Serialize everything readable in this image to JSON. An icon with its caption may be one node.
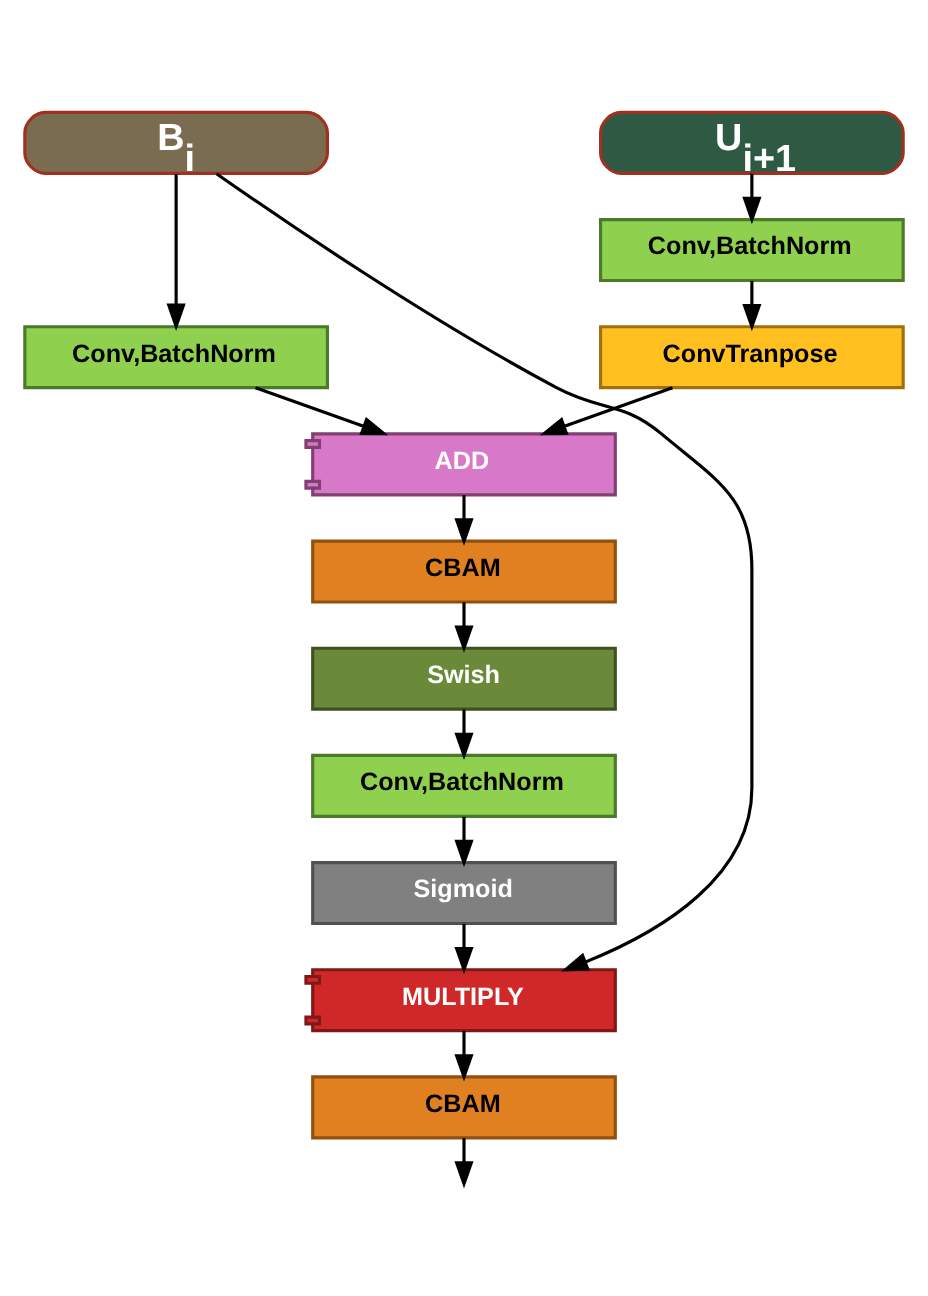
{
  "diagram": {
    "nodes": [
      {
        "text": [
          "B$_{i}$"
        ]
      },
      {
        "text": [
          "U$_{i+1}$"
        ]
      },
      {
        "text": [
          "Conv,BatchNorm"
        ]
      },
      {
        "text": [
          "Conv,BatchNorm"
        ]
      },
      {
        "text": [
          "ConvTranpose"
        ]
      },
      {
        "text": [
          "ADD"
        ]
      },
      {
        "text": [
          "CBAM"
        ]
      },
      {
        "text": [
          "Swish"
        ]
      },
      {
        "text": [
          "Conv,BatchNorm"
        ]
      },
      {
        "text": [
          "Sigmoid"
        ]
      },
      {
        "text": [
          "MULTIPLY"
        ]
      },
      {
        "text": [
          "CBAM"
        ]
      }
    ],
    "edges": [
      {
        "from": 0,
        "to": 2,
        "arrow": "to"
      },
      {
        "from": 1,
        "to": 3,
        "arrow": "to"
      },
      {
        "from": 3,
        "to": 4,
        "arrow": "to"
      },
      {
        "from": 2,
        "to": 5,
        "arrow": "to"
      },
      {
        "from": 4,
        "to": 5,
        "arrow": "to"
      },
      {
        "from": 5,
        "to": 6,
        "arrow": "to"
      },
      {
        "from": 6,
        "to": 7,
        "arrow": "to"
      },
      {
        "from": 7,
        "to": 8,
        "arrow": "to"
      },
      {
        "from": 8,
        "to": 9,
        "arrow": "to"
      },
      {
        "from": 9,
        "to": 10,
        "arrow": "to"
      },
      {
        "from": 0,
        "to": 10,
        "arrow": "to"
      },
      {
        "from": 10,
        "to": 11,
        "arrow": "to"
      },
      {
        "from": 11,
        "to": null,
        "arrow": "to"
      }
    ]
  }
}
